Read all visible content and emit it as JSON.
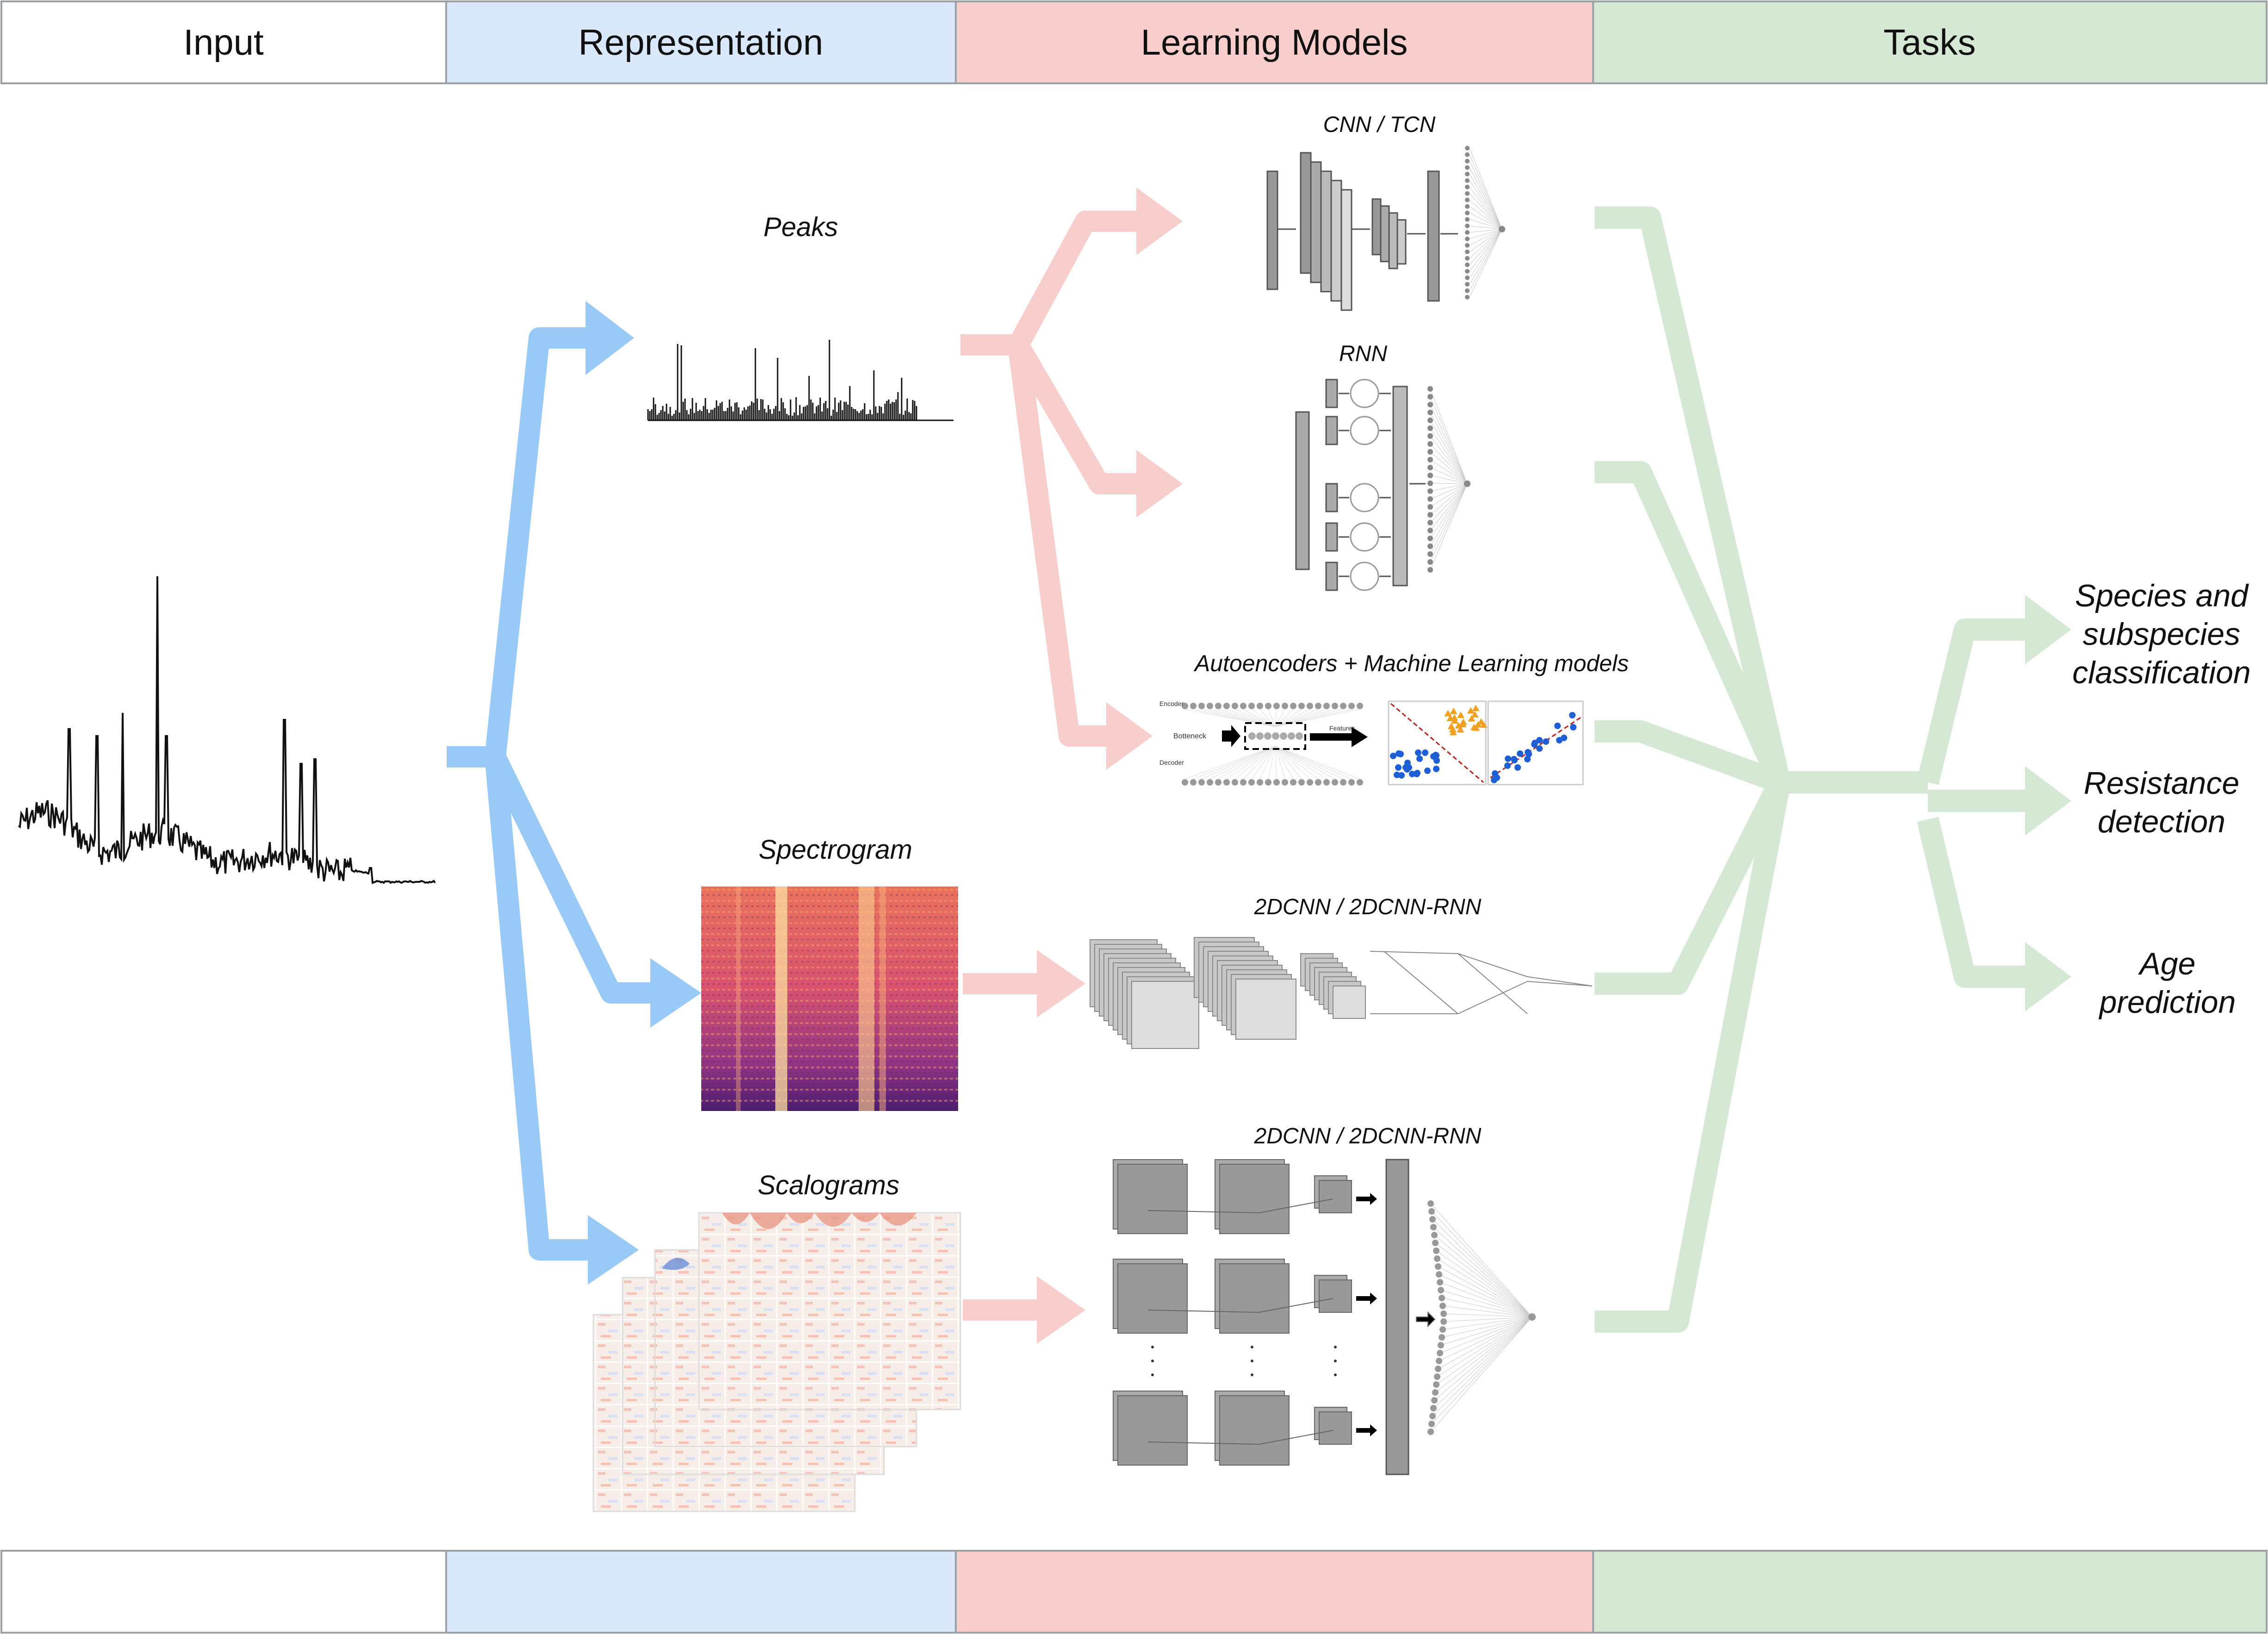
{
  "columns": [
    {
      "label": "Input",
      "color": "#ffffff"
    },
    {
      "label": "Representation",
      "color": "#dae8fc"
    },
    {
      "label": "Learning Models",
      "color": "#f8cecc"
    },
    {
      "label": "Tasks",
      "color": "#d5e8d4"
    }
  ],
  "representations": {
    "peaks": "Peaks",
    "spectrogram": "Spectrogram",
    "scalograms": "Scalograms"
  },
  "models": {
    "cnn_tcn": "CNN / TCN",
    "rnn": "RNN",
    "autoencoders": "Autoencoders + Machine Learning models",
    "cnn2d_a": "2DCNN / 2DCNN-RNN",
    "cnn2d_b": "2DCNN / 2DCNN-RNN"
  },
  "ae_labels": {
    "encoder": "Encoder",
    "bottleneck": "Botteneck",
    "decoder": "Decoder",
    "features": "Features"
  },
  "tasks": {
    "species_1": "Species and",
    "species_2": "subspecies",
    "species_3": "classification",
    "resistance_1": "Resistance",
    "resistance_2": "detection",
    "age_1": "Age",
    "age_2": "prediction"
  },
  "colors": {
    "blue_arrow": "#99c9f7",
    "pink_arrow": "#f8cecc",
    "green_arrow": "#d5e8d4",
    "border": "#9aa0a6",
    "layer_fill": "#aaaaaa"
  }
}
